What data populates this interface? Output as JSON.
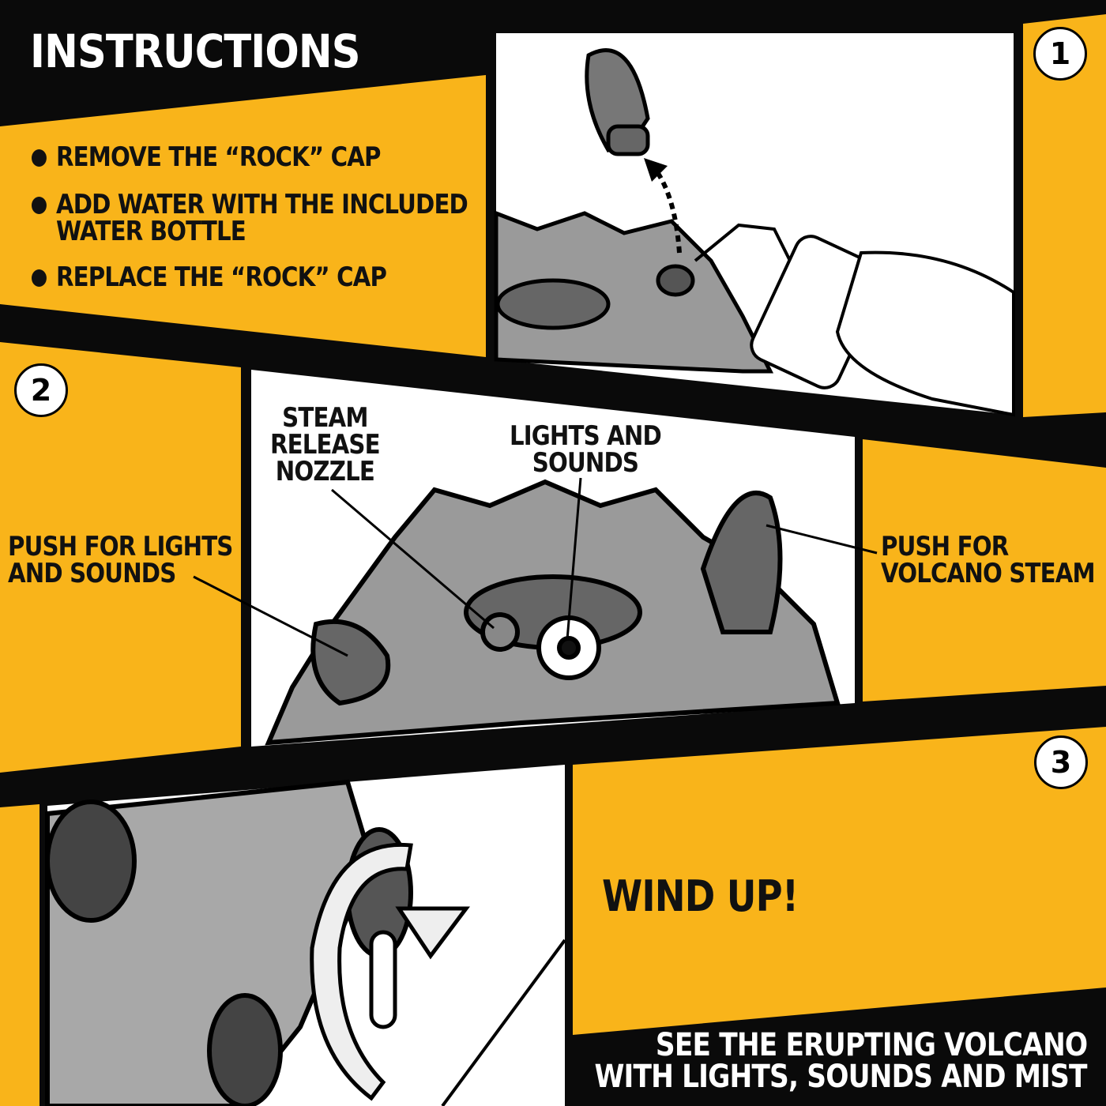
{
  "title": "INSTRUCTIONS",
  "step1": {
    "number": "1",
    "bullets": [
      "REMOVE THE “ROCK” CAP",
      "ADD WATER WITH THE INCLUDED",
      "WATER BOTTLE",
      "REPLACE THE “ROCK” CAP"
    ]
  },
  "step2": {
    "number": "2",
    "labels": {
      "steam_nozzle": [
        "STEAM",
        "RELEASE",
        "NOZZLE"
      ],
      "lights_sounds": [
        "LIGHTS AND",
        "SOUNDS"
      ],
      "push_lights": [
        "PUSH FOR LIGHTS",
        "AND SOUNDS"
      ],
      "push_steam": [
        "PUSH FOR",
        "VOLCANO STEAM"
      ]
    }
  },
  "step3": {
    "number": "3",
    "label": "WIND UP!"
  },
  "footer": [
    "SEE THE ERUPTING VOLCANO",
    "WITH LIGHTS, SOUNDS AND MIST"
  ],
  "colors": {
    "orange": "#F9B41A",
    "black": "#0a0a0a",
    "panel": "#ffffff",
    "rock": "#8c8c8c"
  }
}
